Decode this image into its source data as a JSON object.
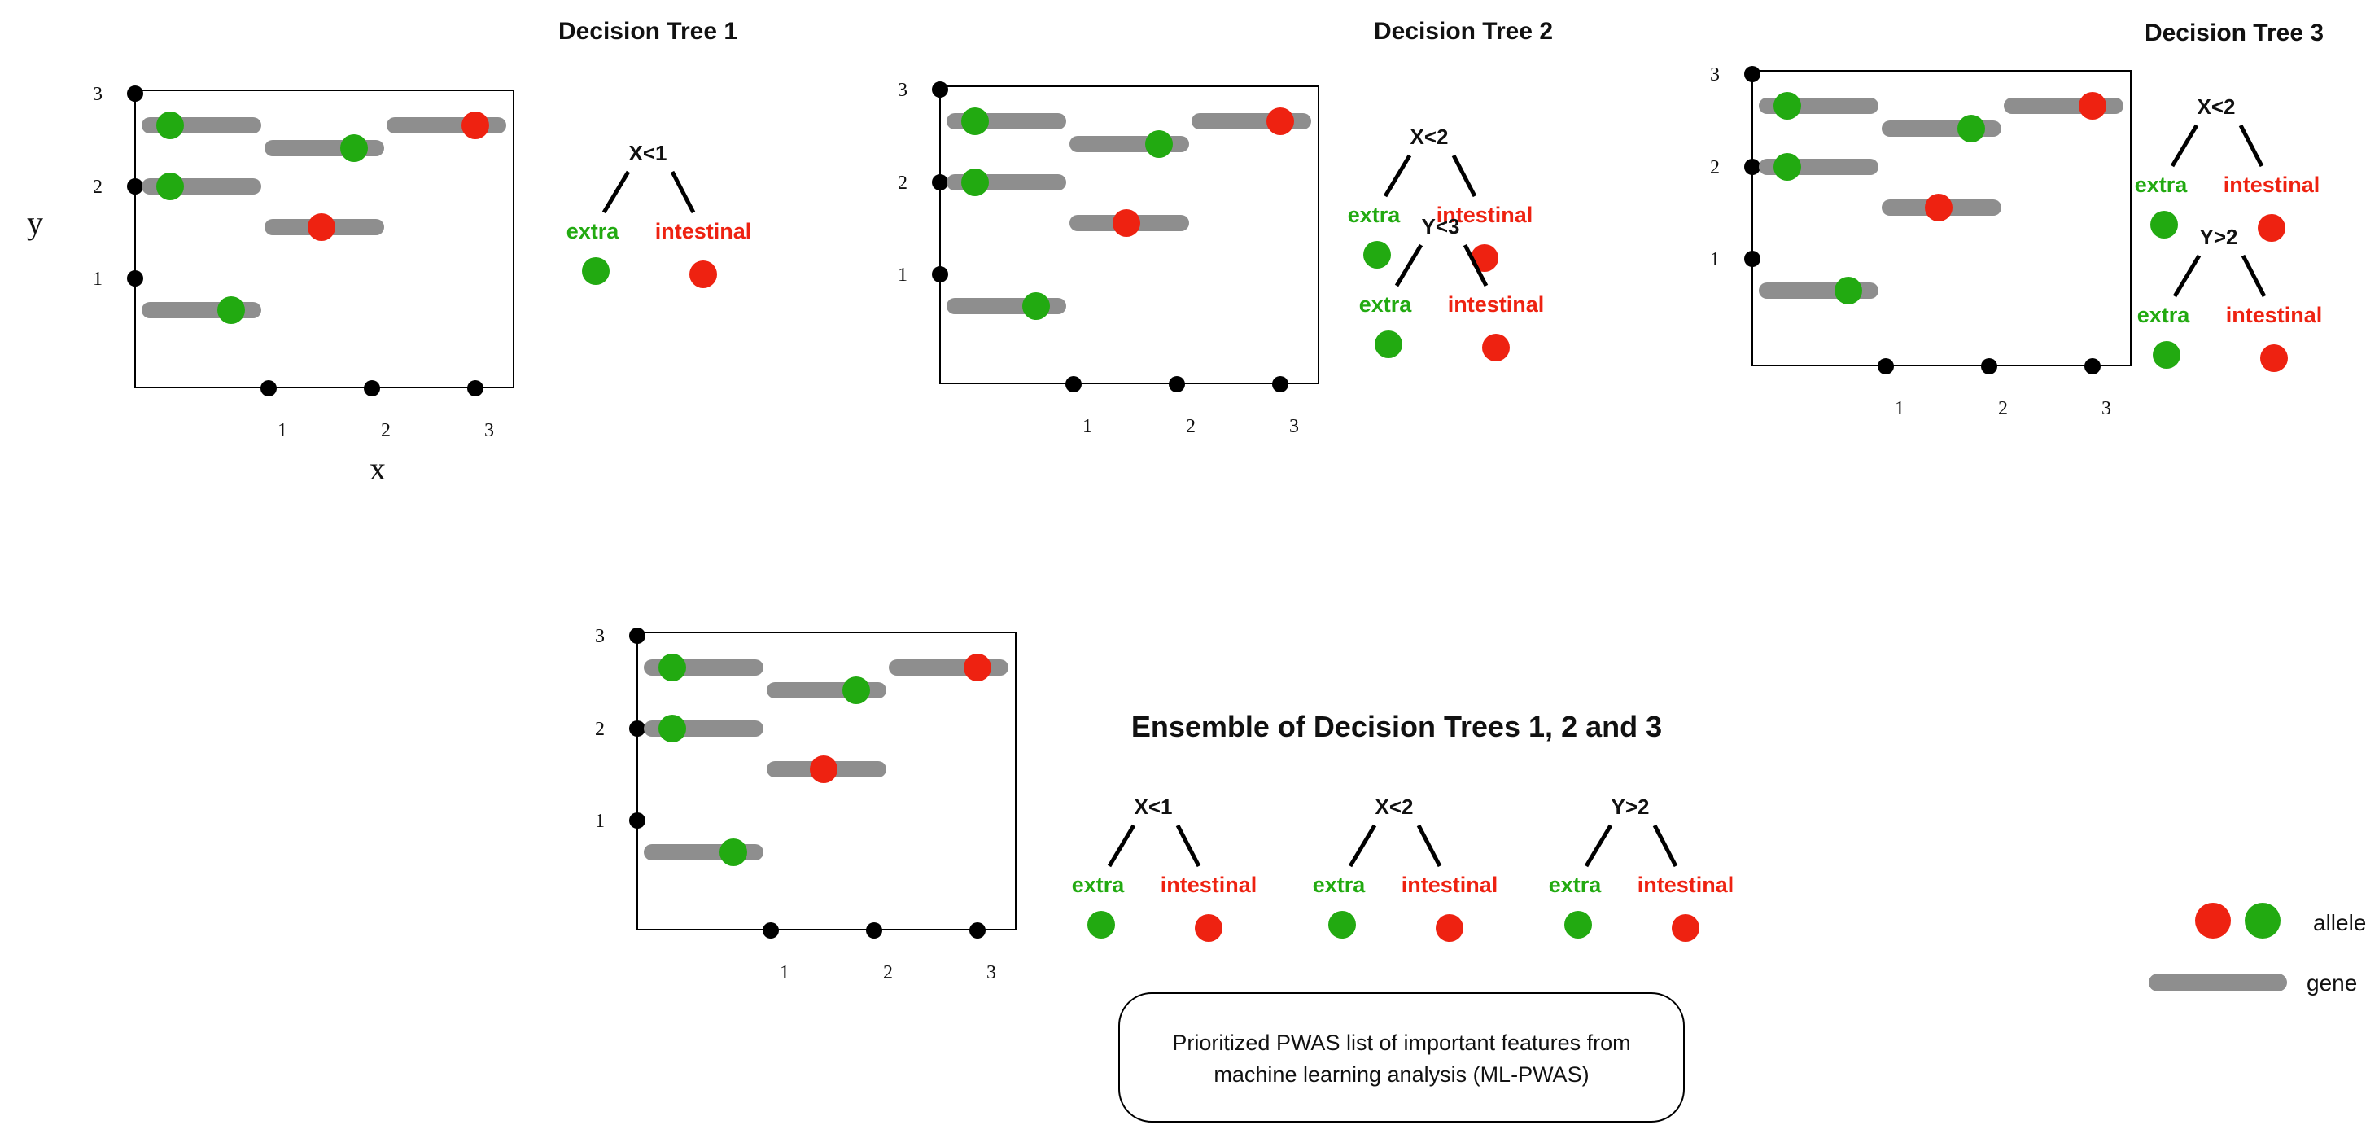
{
  "colors": {
    "extra": "#22aa11",
    "intestinal": "#ee2211",
    "gene": "#8e8e8e",
    "axis": "#000000"
  },
  "panels": [
    {
      "title": "Decision Tree 1",
      "x_ticks": [
        "1",
        "2",
        "3"
      ],
      "y_ticks": [
        "1",
        "2",
        "3"
      ],
      "x_label": "x",
      "y_label": "y",
      "genes": [
        {
          "allele": "extra"
        },
        {
          "allele": "extra"
        },
        {
          "allele": "extra"
        },
        {
          "allele": "intestinal"
        },
        {
          "allele": "extra"
        },
        {
          "allele": "intestinal"
        }
      ]
    },
    {
      "title": "Decision Tree 2",
      "x_ticks": [
        "1",
        "2",
        "3"
      ],
      "y_ticks": [
        "1",
        "2",
        "3"
      ],
      "x_label": "",
      "y_label": "",
      "genes": [
        {
          "allele": "extra"
        },
        {
          "allele": "extra"
        },
        {
          "allele": "extra"
        },
        {
          "allele": "intestinal"
        },
        {
          "allele": "extra"
        },
        {
          "allele": "intestinal"
        }
      ]
    },
    {
      "title": "Decision Tree 3",
      "x_ticks": [
        "1",
        "2",
        "3"
      ],
      "y_ticks": [
        "1",
        "2",
        "3"
      ],
      "x_label": "",
      "y_label": "",
      "genes": [
        {
          "allele": "extra"
        },
        {
          "allele": "extra"
        },
        {
          "allele": "extra"
        },
        {
          "allele": "intestinal"
        },
        {
          "allele": "extra"
        },
        {
          "allele": "intestinal"
        }
      ]
    },
    {
      "title": "",
      "x_ticks": [
        "1",
        "2",
        "3"
      ],
      "y_ticks": [
        "1",
        "2",
        "3"
      ],
      "x_label": "",
      "y_label": "",
      "genes": [
        {
          "allele": "extra"
        },
        {
          "allele": "extra"
        },
        {
          "allele": "extra"
        },
        {
          "allele": "intestinal"
        },
        {
          "allele": "extra"
        },
        {
          "allele": "intestinal"
        }
      ]
    }
  ],
  "trees": [
    {
      "split": "X<1",
      "left": "extra",
      "right": "intestinal"
    },
    {
      "split": "X<2",
      "left": "extra",
      "right": "intestinal"
    },
    {
      "split": "Y<3",
      "left": "extra",
      "right": "intestinal"
    },
    {
      "split": "X<2",
      "left": "extra",
      "right": "intestinal"
    },
    {
      "split": "Y>2",
      "left": "extra",
      "right": "intestinal"
    },
    {
      "split": "X<1",
      "left": "extra",
      "right": "intestinal"
    },
    {
      "split": "X<2",
      "left": "extra",
      "right": "intestinal"
    },
    {
      "split": "Y>2",
      "left": "extra",
      "right": "intestinal"
    }
  ],
  "ensemble_title": "Ensemble of Decision Trees 1, 2 and 3",
  "legend": {
    "allele_label": "allele",
    "gene_label": "gene"
  },
  "result_box": {
    "line1": "Prioritized PWAS list of important features from",
    "line2": "machine learning analysis (ML-PWAS)"
  }
}
